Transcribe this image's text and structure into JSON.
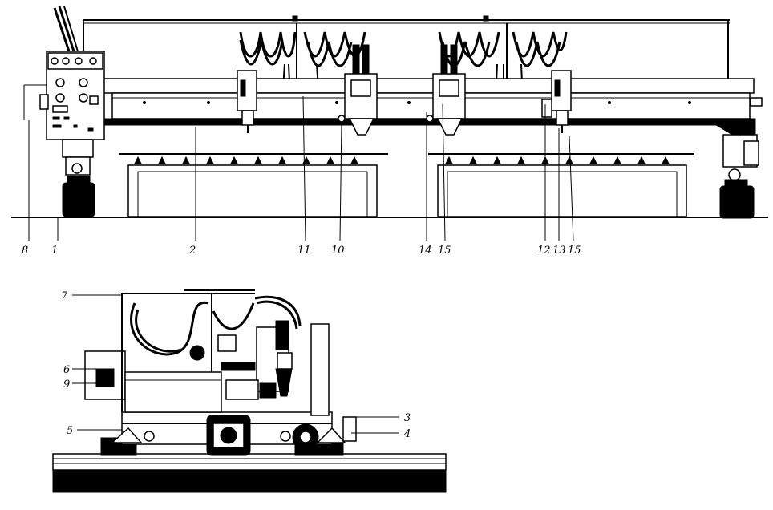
{
  "callouts": {
    "c1": "1",
    "c2": "2",
    "c3": "3",
    "c4": "4",
    "c5": "5",
    "c6": "6",
    "c7": "7",
    "c8": "8",
    "c9": "9",
    "c10": "10",
    "c11": "11",
    "c12": "12",
    "c13": "13",
    "c14": "14",
    "c15a": "15",
    "c15b": "15"
  },
  "colors": {
    "ink": "#000000",
    "paper": "#ffffff"
  }
}
